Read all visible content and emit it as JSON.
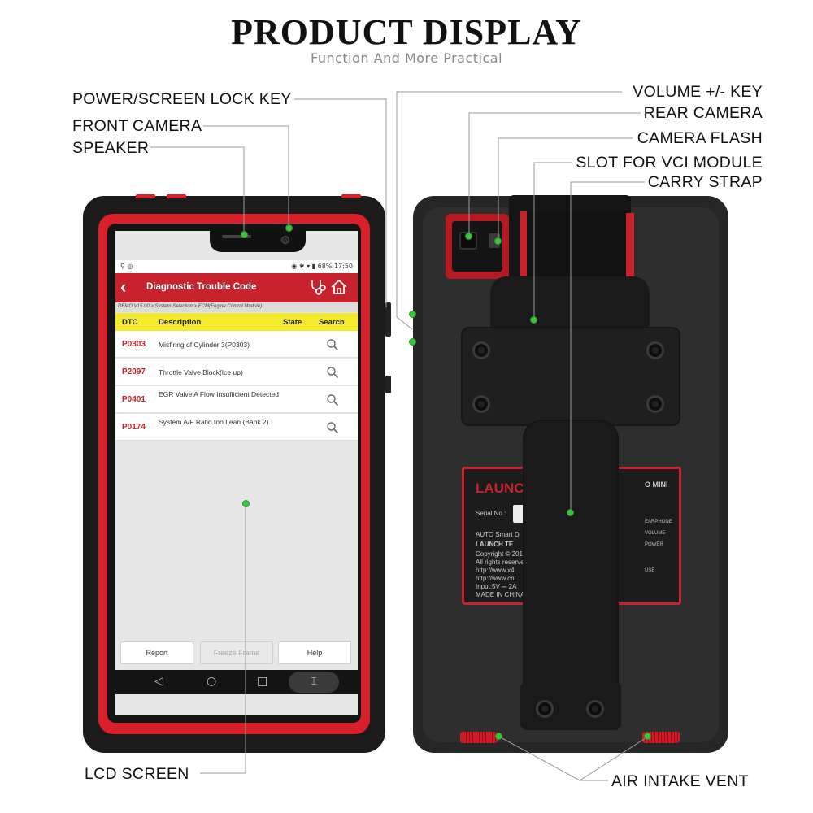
{
  "header": {
    "title": "PRODUCT DISPLAY",
    "subtitle": "Function And More Practical"
  },
  "callouts": {
    "power_key": "POWER/SCREEN LOCK KEY",
    "front_camera": "FRONT CAMERA",
    "speaker": "SPEAKER",
    "lcd_screen": "LCD SCREEN",
    "volume_key": "VOLUME +/- KEY",
    "rear_camera": "REAR CAMERA",
    "camera_flash": "CAMERA FLASH",
    "vci_slot": "SLOT FOR VCI MODULE",
    "carry_strap": "CARRY STRAP",
    "air_vent": "AIR INTAKE VENT"
  },
  "colors": {
    "accent_red": "#c8232c",
    "header_yellow": "#f3ea2c",
    "marker_green": "#3fc23f"
  },
  "screen": {
    "status_left": "⚲ ◎",
    "status_right": "◉ ✱ ▾ ▮ 68% 17:50",
    "app_title": "Diagnostic Trouble Code",
    "back_icon": "chevron-left-icon",
    "breadcrumb": "DEMO V15.00 > System Selection > ECM(Engine Control Module)",
    "columns": [
      "DTC",
      "Description",
      "State",
      "Search"
    ],
    "rows": [
      {
        "code": "P0303",
        "desc": "Misfiring of Cylinder 3(P0303)"
      },
      {
        "code": "P2097",
        "desc": "Throttle Valve Block(Ice up)"
      },
      {
        "code": "P0401",
        "desc": "EGR Valve A Flow Insufficient Detected"
      },
      {
        "code": "P0174",
        "desc": "System A/F Ratio too Lean (Bank 2)"
      }
    ],
    "buttons": {
      "report": "Report",
      "freeze_frame": "Freeze Frame",
      "help": "Help"
    },
    "nav": {
      "back": "◁",
      "home": "○",
      "recent": "□",
      "screenshot": "⌶"
    }
  },
  "back_label": {
    "brand": "LAUNC",
    "serial": "Serial No.:",
    "mini": "O MINI",
    "line1": "AUTO Smart D",
    "line2": "LAUNCH TE",
    "line3": "Copyright © 2016",
    "line4": "All rights reserved",
    "line5": "http://www.x4",
    "line6": "http://www.cnl",
    "line7": "Input:5V ⎓ 2A",
    "line8": "MADE IN CHINA",
    "port1": "EARPHONE",
    "port2": "VOLUME",
    "port3": "POWER",
    "port4": "USB"
  }
}
